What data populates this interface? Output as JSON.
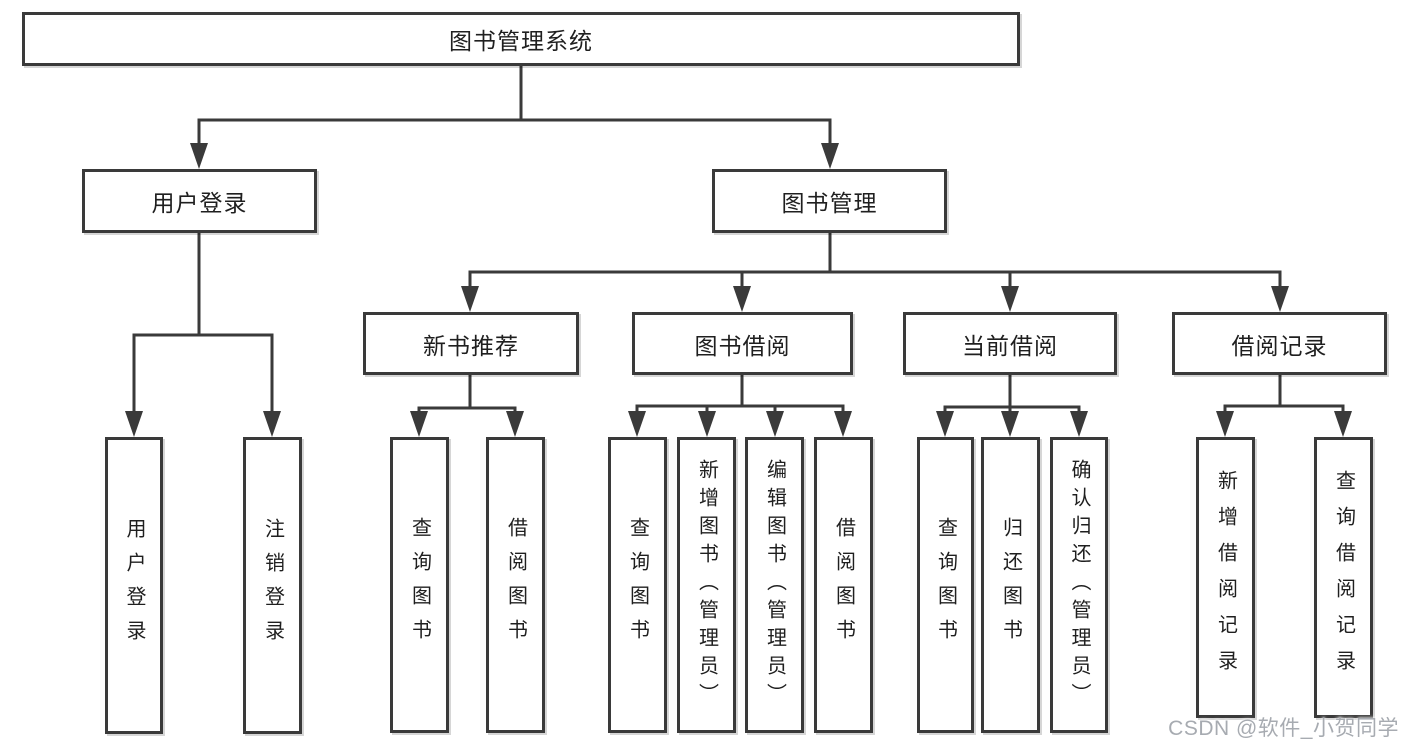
{
  "diagram": {
    "root": {
      "label": "图书管理系统"
    },
    "branches": [
      {
        "label": "用户登录",
        "children": [
          {
            "label": "用户登录"
          },
          {
            "label": "注销登录"
          }
        ]
      },
      {
        "label": "图书管理",
        "children": [
          {
            "label": "新书推荐",
            "children": [
              {
                "label": "查询图书"
              },
              {
                "label": "借阅图书"
              }
            ]
          },
          {
            "label": "图书借阅",
            "children": [
              {
                "label": "查询图书"
              },
              {
                "label": "新增图书（管理员）"
              },
              {
                "label": "编辑图书（管理员）"
              },
              {
                "label": "借阅图书"
              }
            ]
          },
          {
            "label": "当前借阅",
            "children": [
              {
                "label": "查询图书"
              },
              {
                "label": "归还图书"
              },
              {
                "label": "确认归还（管理员）"
              }
            ]
          },
          {
            "label": "借阅记录",
            "children": [
              {
                "label": "新增借阅记录"
              },
              {
                "label": "查询借阅记录"
              }
            ]
          }
        ]
      }
    ]
  },
  "watermark": {
    "text": "CSDN @软件_小贺同学"
  },
  "colors": {
    "line": "#3a3a3a",
    "text": "#1f1f1f",
    "watermark": "#a7abb1",
    "background": "#ffffff"
  }
}
